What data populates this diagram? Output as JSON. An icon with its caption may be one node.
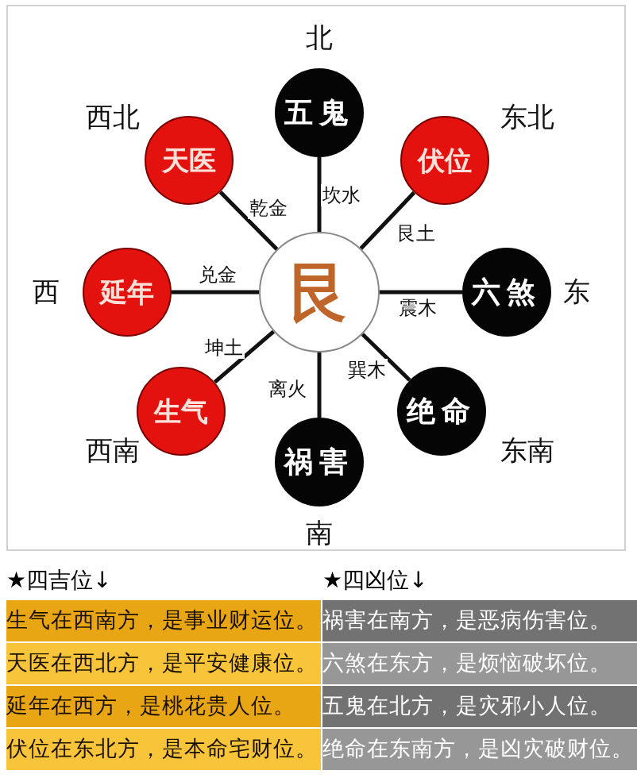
{
  "diagram": {
    "nodes": [
      {
        "text": [
          "艮"
        ]
      },
      {
        "text": [
          "五鬼"
        ],
        "beside": [
          "北"
        ]
      },
      {
        "text": [
          "天医"
        ],
        "beside": [
          "西北"
        ]
      },
      {
        "text": [
          "伏位"
        ],
        "beside": [
          "东北"
        ]
      },
      {
        "text": [
          "延年"
        ],
        "beside": [
          "西"
        ]
      },
      {
        "text": [
          "六煞"
        ],
        "beside": [
          "东"
        ]
      },
      {
        "text": [
          "生气"
        ],
        "beside": [
          "西南"
        ]
      },
      {
        "text": [
          "祸害"
        ],
        "beside": [
          "南"
        ]
      },
      {
        "text": [
          "绝命"
        ],
        "beside": [
          "东南"
        ]
      }
    ],
    "edges": [
      {
        "from": 0,
        "to": 2,
        "arrow": "none",
        "label": "乾金"
      },
      {
        "from": 0,
        "to": 1,
        "arrow": "none",
        "label": "坎水"
      },
      {
        "from": 0,
        "to": 3,
        "arrow": "none",
        "label": "艮土"
      },
      {
        "from": 0,
        "to": 4,
        "arrow": "none",
        "label": "兑金"
      },
      {
        "from": 0,
        "to": 5,
        "arrow": "none",
        "label": "震木"
      },
      {
        "from": 0,
        "to": 6,
        "arrow": "none",
        "label": "坤土"
      },
      {
        "from": 0,
        "to": 7,
        "arrow": "none",
        "label": "离火"
      },
      {
        "from": 0,
        "to": 8,
        "arrow": "none",
        "label": "巽木"
      }
    ],
    "labels": [
      "★四吉位↓",
      "★四凶位↓",
      "生气在西南方，是事业财运位。",
      "祸害在南方，是恶病伤害位。",
      "天医在西北方，是平安健康位。",
      "六煞在东方，是烦恼破坏位。",
      "延年在西方，是桃花贵人位。",
      "五鬼在北方，是灾邪小人位。",
      "伏位在东北方，是本命宅财位。",
      "绝命在东南方，是凶灾破财位。"
    ]
  }
}
